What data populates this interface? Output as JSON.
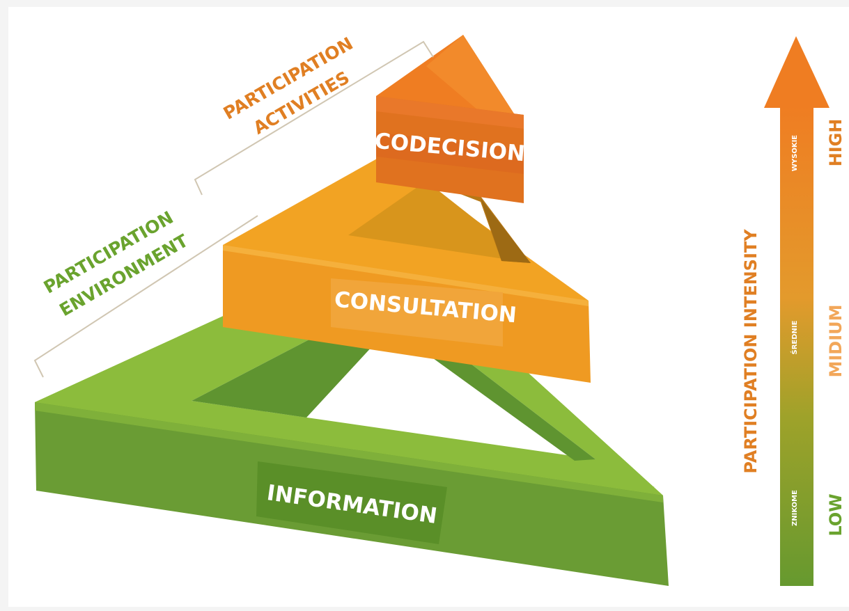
{
  "diagram": {
    "levels": {
      "information": "INFORMATION",
      "consultation": "CONSULTATION",
      "codecision": "CODECISION"
    },
    "brackets": {
      "activities_line1": "PARTICIPATION",
      "activities_line2": "ACTIVITIES",
      "environment_line1": "PARTICIPATION",
      "environment_line2": "ENVIRONMENT"
    },
    "intensity_arrow": {
      "title": "PARTICIPATION INTENSITY",
      "inner_labels": [
        "WYSOKIE",
        "ŚREDNIE",
        "ZNIKOME"
      ],
      "side_labels": [
        "HIGH",
        "MIDIUM",
        "LOW"
      ]
    },
    "colors": {
      "green_top": "#8cbc3c",
      "green_side": "#5f9430",
      "orange_top": "#f2a323",
      "orange_side": "#e8891b",
      "red_top": "#ef7d22",
      "red_side": "#dd6a1f",
      "label_orange": "#e07f23",
      "label_green": "#6aa32e",
      "label_mid": "#f2a75a"
    }
  }
}
